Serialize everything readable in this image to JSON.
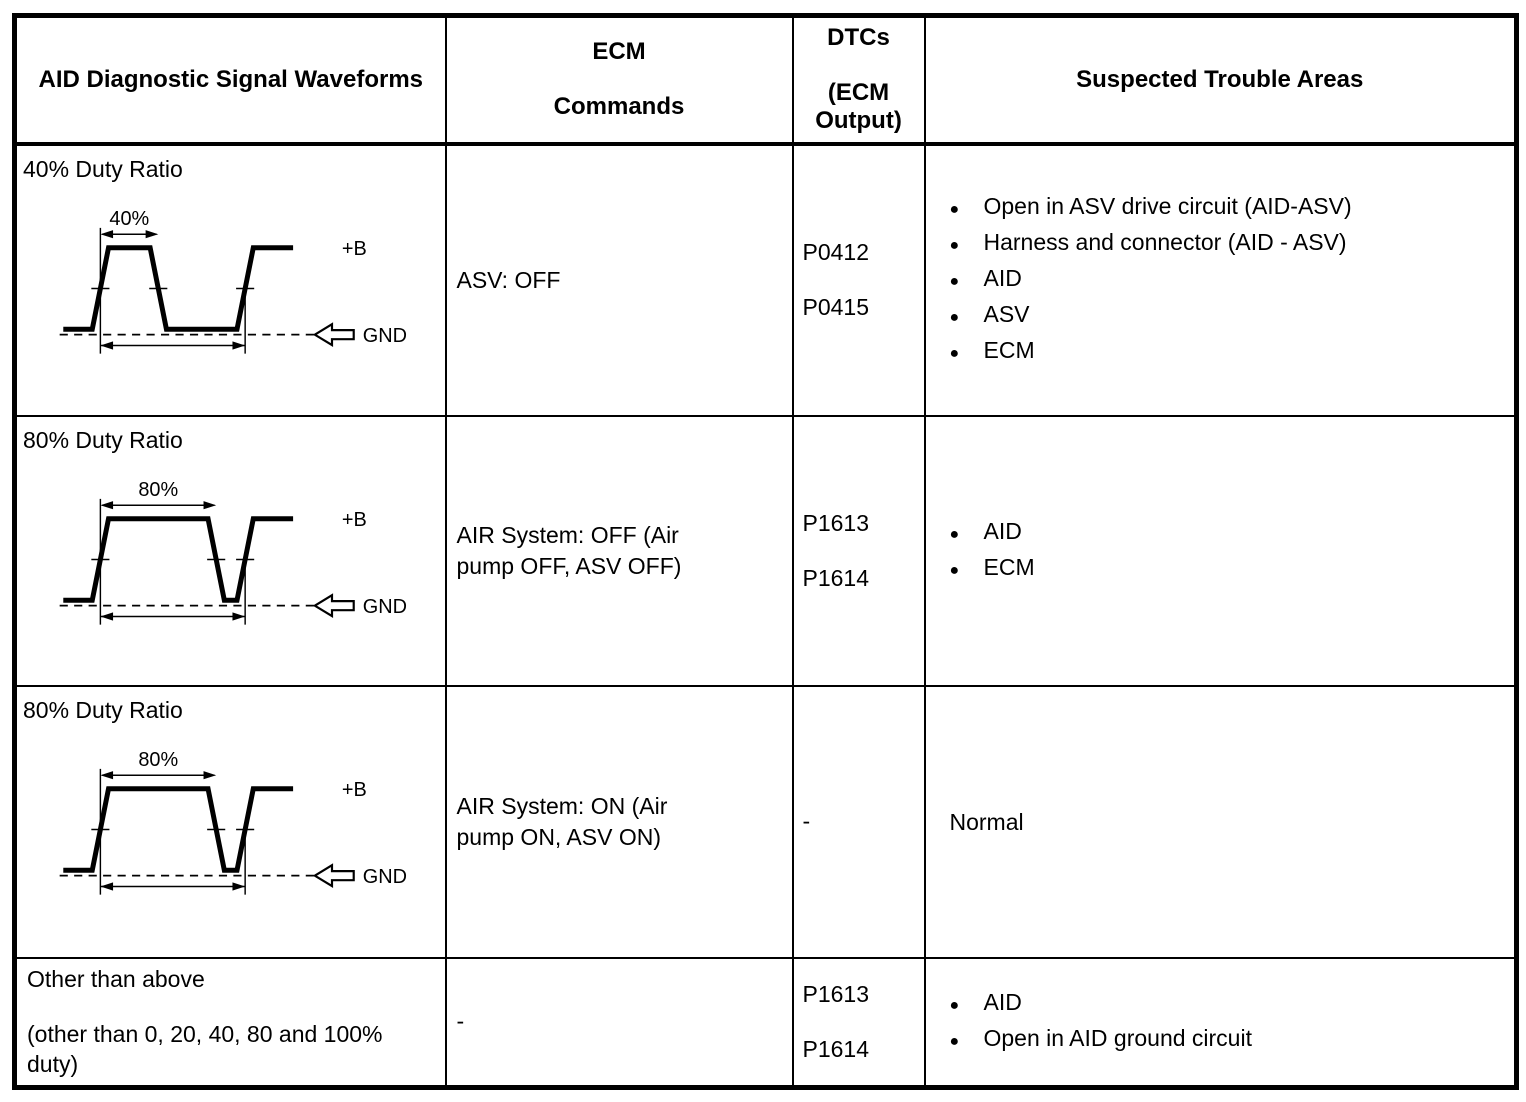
{
  "colors": {
    "ink": "#000000",
    "paper": "#ffffff"
  },
  "table": {
    "headers": [
      {
        "line1": "AID Diagnostic Signal Waveforms"
      },
      {
        "line1": "ECM",
        "line2": "Commands"
      },
      {
        "line1": "DTCs",
        "line2": "(ECM Output)"
      },
      {
        "line1": "Suspected Trouble Areas"
      }
    ],
    "rows": [
      {
        "title": "40% Duty Ratio",
        "waveform": {
          "duty": 0.4,
          "duty_label": "40%",
          "high_label": "+B",
          "low_label": "GND"
        },
        "ecm_command": "ASV: OFF",
        "dtcs": [
          "P0412",
          "P0415"
        ],
        "trouble": {
          "bullets": [
            "Open in ASV drive circuit (AID-ASV)",
            "Harness and connector (AID - ASV)",
            "AID",
            "ASV",
            "ECM"
          ]
        }
      },
      {
        "title": "80% Duty Ratio",
        "waveform": {
          "duty": 0.8,
          "duty_label": "80%",
          "high_label": "+B",
          "low_label": "GND"
        },
        "ecm_command": "AIR System: OFF (Air pump OFF, ASV OFF)",
        "dtcs": [
          "P1613",
          "P1614"
        ],
        "trouble": {
          "bullets": [
            "AID",
            "ECM"
          ]
        }
      },
      {
        "title": "80% Duty Ratio",
        "waveform": {
          "duty": 0.8,
          "duty_label": "80%",
          "high_label": "+B",
          "low_label": "GND"
        },
        "ecm_command": "AIR System: ON (Air pump ON, ASV ON)",
        "dtcs": [
          "-"
        ],
        "trouble": {
          "text": "Normal"
        }
      },
      {
        "title": "Other than above",
        "subtitle": "(other than 0, 20, 40, 80 and 100% duty)",
        "ecm_command": "-",
        "dtcs": [
          "P1613",
          "P1614"
        ],
        "trouble": {
          "bullets": [
            "AID",
            "Open in AID ground circuit"
          ]
        }
      }
    ]
  }
}
